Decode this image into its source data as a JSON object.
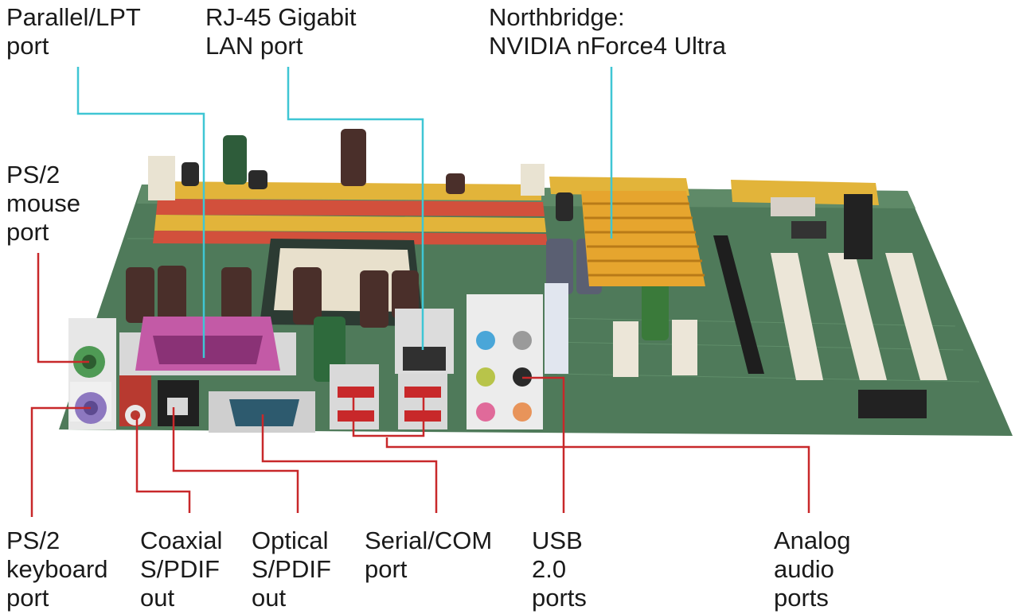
{
  "title_lines": [],
  "labels": {
    "parallel": [
      "Parallel/LPT",
      "port"
    ],
    "rj45": [
      "RJ-45 Gigabit",
      "LAN port"
    ],
    "northbridge": [
      "Northbridge:",
      "NVIDIA nForce4 Ultra"
    ],
    "ps2_mouse": [
      "PS/2",
      "mouse",
      "port"
    ],
    "ps2_keyboard": [
      "PS/2",
      "keyboard",
      "port"
    ],
    "coaxial": [
      "Coaxial",
      "S/PDIF",
      "out"
    ],
    "optical": [
      "Optical",
      "S/PDIF",
      "out"
    ],
    "serial": [
      "Serial/COM",
      "port"
    ],
    "usb": [
      "USB",
      "2.0",
      "ports"
    ],
    "audio": [
      "Analog",
      "audio",
      "ports"
    ]
  },
  "colors": {
    "top_leader": "#3fc6d4",
    "bottom_leader": "#c8282a",
    "pcb": "#4f7a5a",
    "parallel_port": "#c35aa6",
    "ps2_mouse": "#4f9a55",
    "ps2_keyboard": "#8d78c0",
    "dimm_red": "#d2503c",
    "dimm_yellow": "#e2b43a",
    "heatsink": "#e6a52e"
  }
}
